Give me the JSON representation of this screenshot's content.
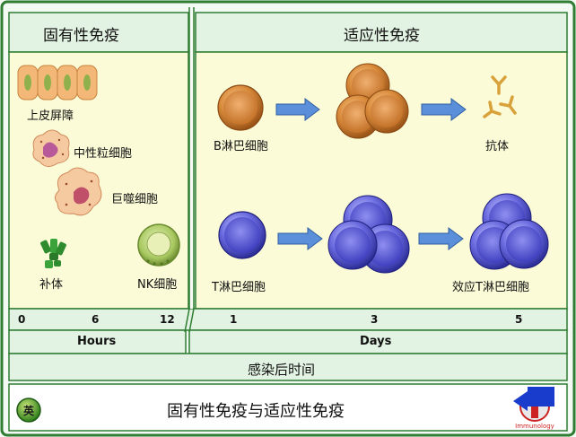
{
  "innate": {
    "title": "固有性免疫",
    "cells": {
      "barrier": "上皮屏障",
      "neutrophil": "中性粒细胞",
      "macrophage": "巨噬细胞",
      "complement": "补体",
      "nk": "NK细胞"
    },
    "ticks": [
      "0",
      "6",
      "12"
    ],
    "unit": "Hours"
  },
  "adaptive": {
    "title": "适应性免疫",
    "b_cell": "B淋巴细胞",
    "antibody": "抗体",
    "t_cell": "T淋巴细胞",
    "effector_t": "效应T淋巴细胞",
    "ticks": [
      "1",
      "3",
      "5"
    ],
    "unit": "Days"
  },
  "axis_title": "感染后时间",
  "footer": {
    "title": "固有性免疫与适应性免疫",
    "badge": "英",
    "logo_text": "Immunology"
  },
  "colors": {
    "panel": "#fbfbd8",
    "frame": "#2e7d32",
    "band": "#e3f3e3",
    "b_cell": "#d98a3a",
    "t_cell": "#5c5cd6",
    "arrow": "#5b8fd9"
  }
}
